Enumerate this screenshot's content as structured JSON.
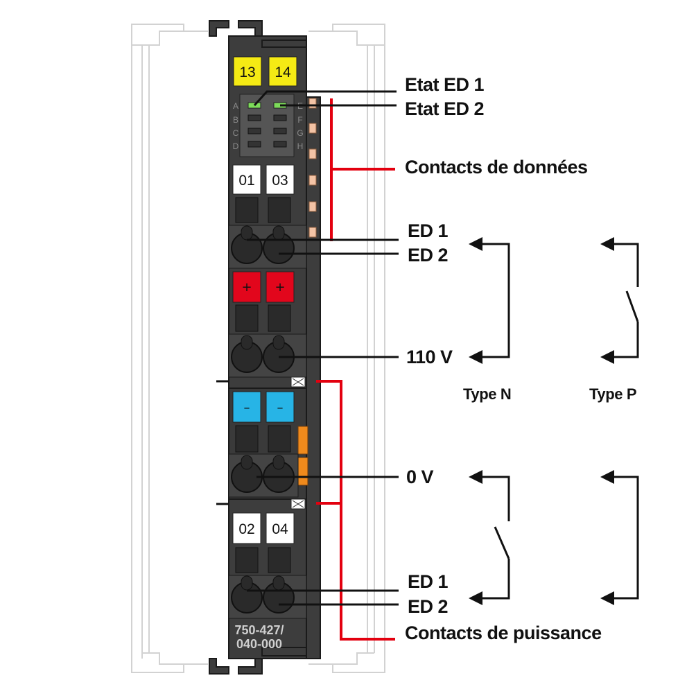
{
  "module": {
    "model_number": [
      "750-427/",
      "040-000"
    ],
    "top_tags": [
      "13",
      "14"
    ],
    "mid_tags": [
      "01",
      "03"
    ],
    "low_tags": [
      "02",
      "04"
    ],
    "plus_symbol": "+",
    "minus_symbol": "–",
    "led_letters_left": [
      "A",
      "B",
      "C",
      "D"
    ],
    "led_letters_right": [
      "E",
      "F",
      "G",
      "H"
    ]
  },
  "labels": {
    "etat_ed1": "Etat ED 1",
    "etat_ed2": "Etat ED 2",
    "contacts_donnees": "Contacts de données",
    "ed1_top": "ED 1",
    "ed2_top": "ED 2",
    "v110": "110 V",
    "v0": "0 V",
    "ed1_bottom": "ED 1",
    "ed2_bottom": "ED 2",
    "contacts_puissance": "Contacts de puissance",
    "type_n": "Type N",
    "type_p": "Type P"
  },
  "colors": {
    "housing": "#3d3d3d",
    "tag_yellow": "#f5ea14",
    "tag_red": "#e2061c",
    "tag_blue": "#27b4e6",
    "led_green": "#7ddc5a",
    "callout_red": "#e3000f",
    "data_contact": "#f3c3a5",
    "power_contact": "#f08a1c"
  }
}
